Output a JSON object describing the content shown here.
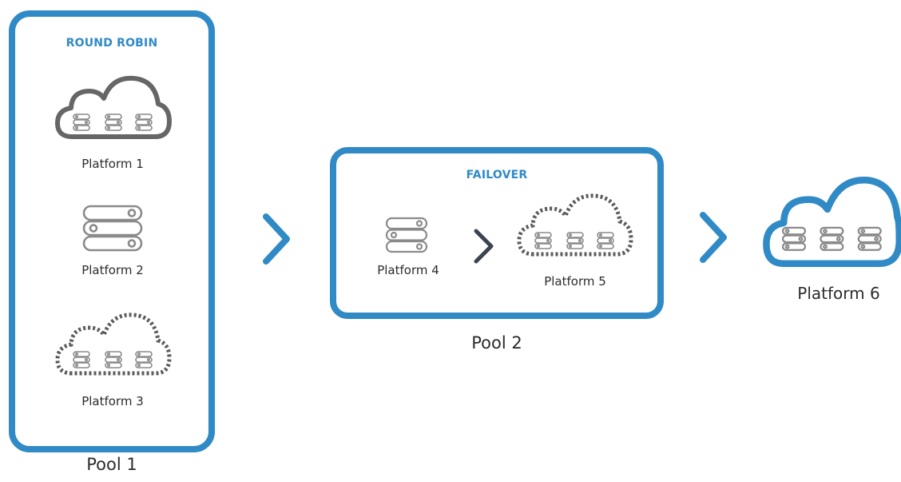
{
  "pool1": {
    "label": "Pool 1",
    "strategy": "ROUND ROBIN",
    "platforms": [
      "Platform 1",
      "Platform 2",
      "Platform 3"
    ]
  },
  "pool2": {
    "label": "Pool 2",
    "strategy": "FAILOVER",
    "platforms": [
      "Platform 4",
      "Platform 5"
    ]
  },
  "standalone": {
    "label": "Platform 6"
  },
  "colors": {
    "accent": "#2f8ac6",
    "cloud_gray": "#666666",
    "server_gray": "#8a8a8a",
    "dotted_gray": "#5b5b5b",
    "dark_arrow": "#3b4350"
  },
  "icons": [
    "cloud-servers-icon",
    "server-stack-icon",
    "dotted-cloud-servers-icon",
    "chevron-right-icon"
  ]
}
